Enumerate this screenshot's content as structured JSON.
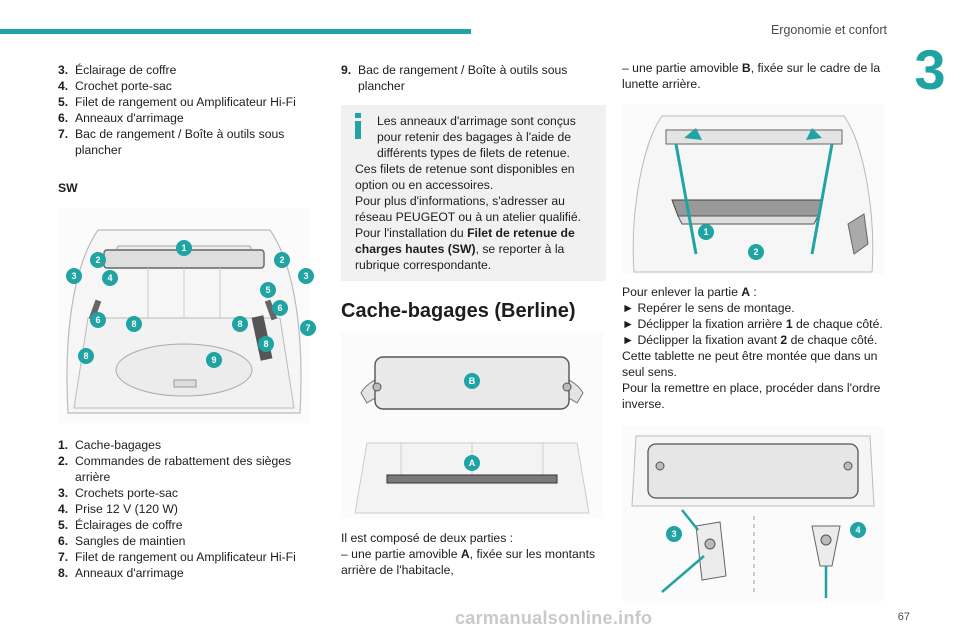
{
  "header": {
    "section": "Ergonomie et confort",
    "chapter": "3"
  },
  "col1": {
    "list_top": [
      {
        "n": "3.",
        "t": "Éclairage de coffre"
      },
      {
        "n": "4.",
        "t": "Crochet porte-sac"
      },
      {
        "n": "5.",
        "t": "Filet de rangement ou Amplificateur Hi-Fi"
      },
      {
        "n": "6.",
        "t": "Anneaux d'arrimage"
      },
      {
        "n": "7.",
        "t": "Bac de rangement / Boîte à outils sous plancher"
      }
    ],
    "sw_heading": "SW",
    "list_bottom": [
      {
        "n": "1.",
        "t": "Cache-bagages"
      },
      {
        "n": "2.",
        "t": "Commandes de rabattement des sièges arrière"
      },
      {
        "n": "3.",
        "t": "Crochets porte-sac"
      },
      {
        "n": "4.",
        "t": "Prise 12 V (120 W)"
      },
      {
        "n": "5.",
        "t": "Éclairages de coffre"
      },
      {
        "n": "6.",
        "t": "Sangles de maintien"
      },
      {
        "n": "7.",
        "t": "Filet de rangement ou Amplificateur Hi-Fi"
      },
      {
        "n": "8.",
        "t": "Anneaux d'arrimage"
      }
    ],
    "figure_callouts": [
      "1",
      "2",
      "2",
      "3",
      "3",
      "4",
      "5",
      "6",
      "6",
      "7",
      "8",
      "8",
      "8",
      "8",
      "9"
    ]
  },
  "col2": {
    "item9_n": "9.",
    "item9_t": "Bac de rangement / Boîte à outils sous plancher",
    "info": {
      "line1": "Les anneaux d'arrimage sont conçus pour retenir des bagages à l'aide de différents types de filets de retenue.",
      "line2": "Ces filets de retenue sont disponibles en option ou en accessoires.",
      "line3": "Pour plus d'informations, s'adresser au réseau PEUGEOT ou à un atelier qualifié.",
      "line4_a": "Pour l'installation du ",
      "line4_b": "Filet de retenue de charges hautes (SW)",
      "line4_c": ", se reporter à la rubrique correspondante."
    },
    "heading": "Cache-bagages (Berline)",
    "figure_callouts": [
      "B",
      "A"
    ],
    "composed": "Il est composé de deux parties :",
    "part_a_1": "– une partie amovible ",
    "part_a_b": "A",
    "part_a_2": ", fixée sur les montants arrière de l'habitacle,"
  },
  "col3": {
    "part_b_1": "– une partie amovible ",
    "part_b_b": "B",
    "part_b_2": ", fixée sur le cadre de la lunette arrière.",
    "figure1_callouts": [
      "1",
      "2"
    ],
    "remove_1": "Pour enlever la partie ",
    "remove_b": "A",
    "remove_2": " :",
    "step1": "Repérer le sens de montage.",
    "step2_1": "Déclipper la fixation arrière ",
    "step2_b": "1",
    "step2_2": " de chaque côté.",
    "step3_1": "Déclipper la fixation avant ",
    "step3_b": "2",
    "step3_2": " de chaque côté.",
    "note1": "Cette tablette ne peut être montée que dans un seul sens.",
    "note2": "Pour la remettre en place, procéder dans l'ordre inverse.",
    "figure2_callouts": [
      "3",
      "4"
    ],
    "bullet": "►"
  },
  "footer": {
    "page": "67"
  },
  "watermark": "carmanualsonline.info",
  "colors": {
    "accent": "#1fa3a3",
    "text": "#1d1d1b",
    "infobox": "#f1f1f1"
  }
}
